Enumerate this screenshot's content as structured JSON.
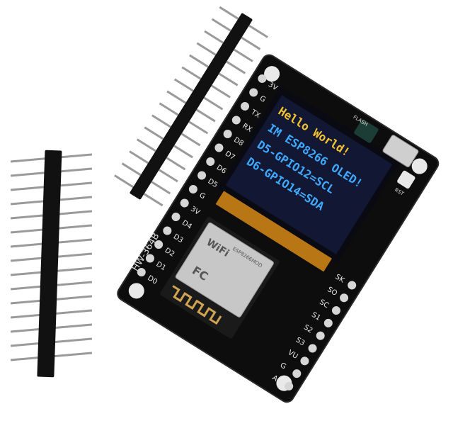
{
  "photo": {
    "oled_lines": [
      "Hello World!",
      "IM ESP8266 OLED!",
      "D5-GPIO12=SCL",
      "D6-GPIO14=SDA"
    ],
    "oled_colors": [
      "#f4c430",
      "#3fa9ff",
      "#3fa9ff",
      "#3fa9ff"
    ],
    "board_label": "HW-364B",
    "flash_label": "FLASH",
    "rst_label": "RST",
    "module_brand": "ESP8266MOD",
    "wifi_text": "WiFi",
    "fc_text": "FC",
    "left_pins": [
      "3V",
      "G",
      "TX",
      "RX",
      "D8",
      "D7",
      "D6",
      "D5",
      "G",
      "3V",
      "D4",
      "D3",
      "D2",
      "D1",
      "D0"
    ],
    "right_pins": [
      "SK",
      "SO",
      "SC",
      "S1",
      "S2",
      "S3",
      "VU",
      "G",
      "A0"
    ]
  }
}
